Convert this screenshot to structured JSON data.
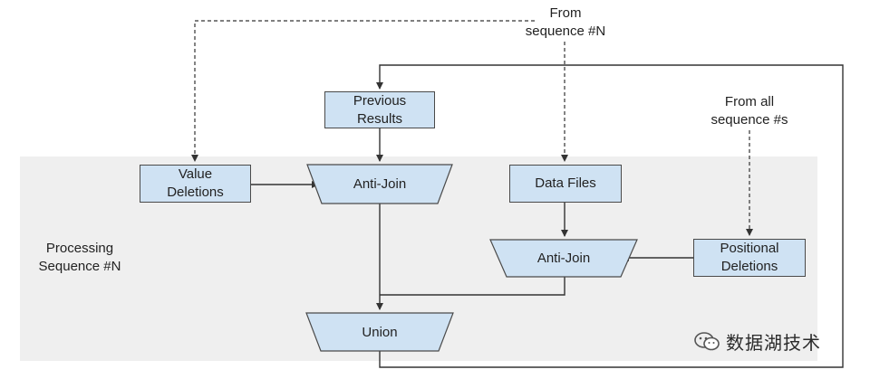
{
  "nodes": {
    "previous_results": "Previous\nResults",
    "value_deletions": "Value\nDeletions",
    "anti_join_1": "Anti-Join",
    "data_files": "Data Files",
    "anti_join_2": "Anti-Join",
    "positional_deletions": "Positional\nDeletions",
    "union": "Union"
  },
  "labels": {
    "from_sequence_n": "From\nsequence #N",
    "from_all_sequences": "From all\nsequence #s",
    "processing_sequence": "Processing\nSequence #N"
  },
  "watermark": {
    "text": "数据湖技术"
  },
  "colors": {
    "node_fill": "#cfe2f3",
    "node_border": "#4a4a4a",
    "panel_fill": "#efefef",
    "line": "#333333"
  },
  "edges": [
    {
      "from": "From sequence #N",
      "to": "Value Deletions",
      "style": "dashed"
    },
    {
      "from": "From sequence #N",
      "to": "Data Files",
      "style": "dashed"
    },
    {
      "from": "From all sequence #s",
      "to": "Positional Deletions",
      "style": "dashed"
    },
    {
      "from": "Previous Results",
      "to": "Anti-Join (left)",
      "style": "solid"
    },
    {
      "from": "Value Deletions",
      "to": "Anti-Join (left)",
      "style": "solid"
    },
    {
      "from": "Data Files",
      "to": "Anti-Join (right)",
      "style": "solid"
    },
    {
      "from": "Positional Deletions",
      "to": "Anti-Join (right)",
      "style": "solid"
    },
    {
      "from": "Anti-Join (left)",
      "to": "Union",
      "style": "solid"
    },
    {
      "from": "Anti-Join (right)",
      "to": "Union",
      "style": "solid"
    },
    {
      "from": "Union",
      "to": "Previous Results",
      "style": "solid",
      "note": "feedback loop"
    }
  ]
}
